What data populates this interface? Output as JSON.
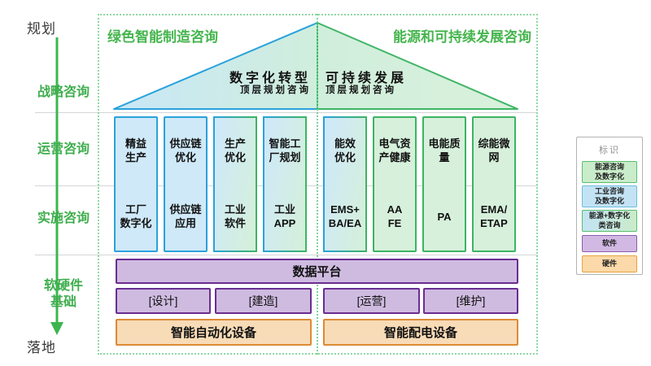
{
  "axis": {
    "top": "规划",
    "bottom": "落地"
  },
  "row_labels": [
    {
      "label": "战略咨询"
    },
    {
      "label": "运营咨询"
    },
    {
      "label": "实施咨询"
    },
    {
      "label": "软硬件\n基础"
    }
  ],
  "group_titles": {
    "left": "绿色智能制造咨询",
    "right": "能源和可持续发展咨询"
  },
  "roof": {
    "left": {
      "title": "数字化转型",
      "subtitle": "顶层规划咨询"
    },
    "right": {
      "title": "可持续发展",
      "subtitle": "顶层规划咨询"
    }
  },
  "columns": [
    {
      "top": "精益\n生产",
      "bottom": "工厂\n数字化",
      "type": "blue"
    },
    {
      "top": "供应链\n优化",
      "bottom": "供应链\n应用",
      "type": "blue"
    },
    {
      "top": "生产\n优化",
      "bottom": "工业\n软件",
      "type": "gradient"
    },
    {
      "top": "智能工\n厂规划",
      "bottom": "工业\nAPP",
      "type": "gradient"
    },
    {
      "top": "能效\n优化",
      "bottom": "EMS+\nBA/EA",
      "type": "gradient"
    },
    {
      "top": "电气资\n产健康",
      "bottom": "AA\nFE",
      "type": "green"
    },
    {
      "top": "电能质\n量",
      "bottom": "PA",
      "type": "green"
    },
    {
      "top": "综能微\n网",
      "bottom": "EMA/\nETAP",
      "type": "green"
    }
  ],
  "platform": {
    "label": "数据平台"
  },
  "lifecycle": [
    {
      "label": "[设计]"
    },
    {
      "label": "[建造]"
    },
    {
      "label": "[运营]"
    },
    {
      "label": "[维护]"
    }
  ],
  "hardware": [
    {
      "label": "智能自动化设备"
    },
    {
      "label": "智能配电设备"
    }
  ],
  "legend": {
    "title": "标识",
    "items": [
      {
        "label": "能源咨询\n及数字化",
        "type": "green"
      },
      {
        "label": "工业咨询\n及数字化",
        "type": "blue"
      },
      {
        "label": "能源+数字化\n类咨询",
        "type": "gradient"
      },
      {
        "label": "软件",
        "type": "purple"
      },
      {
        "label": "硬件",
        "type": "orange"
      }
    ]
  },
  "colors": {
    "accent_green": "#3fae4e",
    "blue_border": "#2aa2db",
    "blue_fill": "#cfe9f8",
    "green_border": "#3cb462",
    "green_fill": "#d6f0db",
    "purple_border": "#6a2d91",
    "purple_fill": "#cfbbe0",
    "orange_border": "#dd8a35",
    "orange_fill": "#f8dbb7",
    "dashed_frame": "#8ed9a4"
  }
}
